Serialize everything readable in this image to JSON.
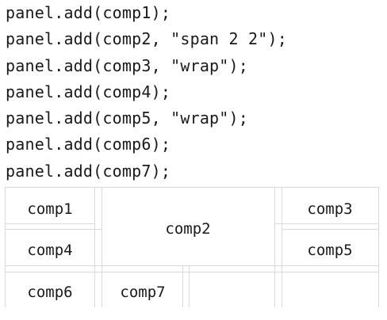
{
  "code_lines": [
    "panel.add(comp1);",
    "panel.add(comp2, \"span 2 2\");",
    "panel.add(comp3, \"wrap\");",
    "panel.add(comp4);",
    "panel.add(comp5, \"wrap\");",
    "panel.add(comp6);",
    "panel.add(comp7);"
  ],
  "components": {
    "comp1": "comp1",
    "comp2": "comp2",
    "comp3": "comp3",
    "comp4": "comp4",
    "comp5": "comp5",
    "comp6": "comp6",
    "comp7": "comp7"
  },
  "colors": {
    "grid_line": "#d9d9d9",
    "text": "#1a1a1a"
  }
}
